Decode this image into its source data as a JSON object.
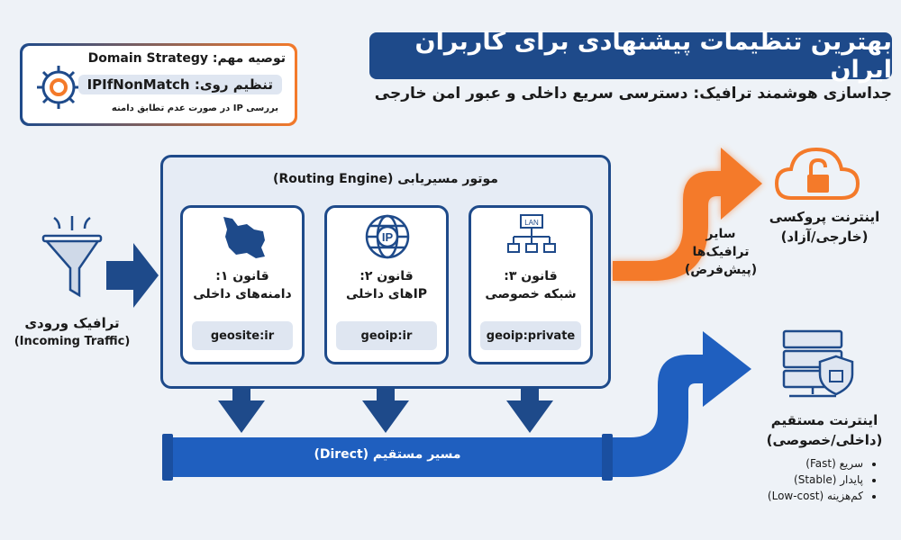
{
  "tip": {
    "line1": "توصیه مهم: Domain Strategy",
    "line2": "تنظیم روی: IPIfNonMatch",
    "line3": "بررسی IP در صورت عدم تطابق دامنه",
    "icon": "gear-icon"
  },
  "header": {
    "title": "بهترین تنظیمات پیشنهادی برای کاربران ایران",
    "subtitle": "جداسازی هوشمند ترافیک: دسترسی سریع داخلی و عبور امن خارجی"
  },
  "incoming": {
    "label": "ترافیک ورودی",
    "label_en": "(Incoming Traffic)",
    "icon": "funnel-icon"
  },
  "engine": {
    "title": "موتور مسیریابی (Routing Engine)",
    "rules": [
      {
        "title": "قانون ۱:",
        "desc": "دامنه‌های داخلی",
        "tag": "geosite:ir",
        "icon": "iran-map-icon"
      },
      {
        "title": "قانون ۲:",
        "desc": "IPهای داخلی",
        "tag": "geoip:ir",
        "icon": "ip-globe-icon"
      },
      {
        "title": "قانون ۳:",
        "desc": "شبکه خصوصی",
        "tag": "geoip:private",
        "icon": "lan-network-icon",
        "icon_text": "LAN"
      }
    ]
  },
  "direct_pipe": {
    "label": "مسیر مستقیم (Direct)"
  },
  "other": {
    "line1": "سایر",
    "line2": "ترافیک‌ها",
    "line3": "(پیش‌فرض)"
  },
  "proxy": {
    "title": "اینترنت پروکسی",
    "sub": "(خارجی/آزاد)",
    "icon": "cloud-unlock-icon"
  },
  "direct": {
    "title": "اینترنت مستقیم",
    "sub": "(داخلی/خصوصی)",
    "icon": "server-shield-icon",
    "bullets": [
      "سریع (Fast)",
      "پایدار (Stable)",
      "کم‌هزینه (Low-cost)"
    ]
  },
  "colors": {
    "navy": "#1e4a8a",
    "blue": "#1f5fbf",
    "orange": "#f47a2a",
    "bg": "#eef2f7"
  }
}
